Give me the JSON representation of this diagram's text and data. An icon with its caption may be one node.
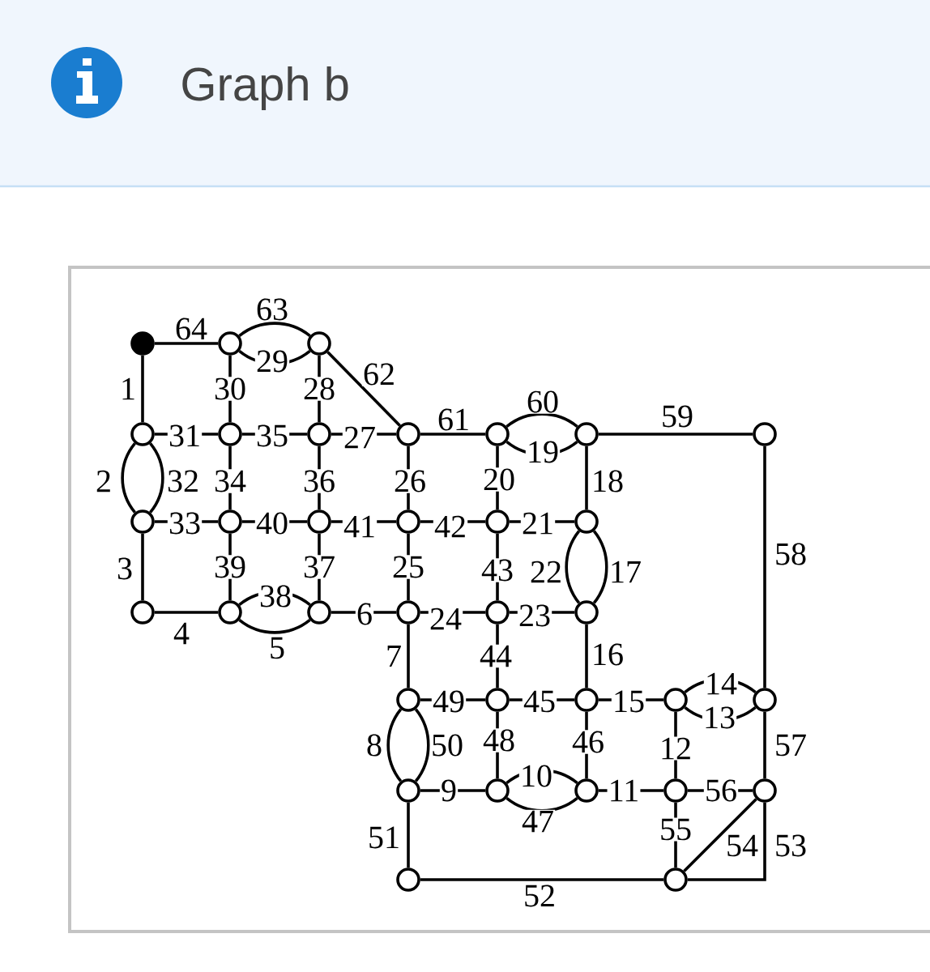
{
  "diagram": {
    "title": "Graph b",
    "nodes": [
      {
        "text": [],
        "shape": "dot"
      },
      {
        "text": [],
        "shape": "circle"
      },
      {
        "text": [],
        "shape": "circle"
      },
      {
        "text": [],
        "shape": "circle"
      },
      {
        "text": [],
        "shape": "circle"
      },
      {
        "text": [],
        "shape": "circle"
      },
      {
        "text": [],
        "shape": "circle"
      },
      {
        "text": [],
        "shape": "circle"
      },
      {
        "text": [],
        "shape": "circle"
      },
      {
        "text": [],
        "shape": "circle"
      },
      {
        "text": [],
        "shape": "circle"
      },
      {
        "text": [],
        "shape": "circle"
      },
      {
        "text": [],
        "shape": "circle"
      },
      {
        "text": [],
        "shape": "circle"
      },
      {
        "text": [],
        "shape": "circle"
      },
      {
        "text": [],
        "shape": "circle"
      },
      {
        "text": [],
        "shape": "circle"
      },
      {
        "text": [],
        "shape": "circle"
      },
      {
        "text": [],
        "shape": "circle"
      },
      {
        "text": [],
        "shape": "circle"
      },
      {
        "text": [],
        "shape": "circle"
      },
      {
        "text": [],
        "shape": "circle"
      },
      {
        "text": [],
        "shape": "circle"
      },
      {
        "text": [],
        "shape": "circle"
      },
      {
        "text": [],
        "shape": "circle"
      },
      {
        "text": [],
        "shape": "circle"
      },
      {
        "text": [],
        "shape": "circle"
      },
      {
        "text": [],
        "shape": "circle"
      },
      {
        "text": [],
        "shape": "circle"
      },
      {
        "text": [],
        "shape": "circle"
      },
      {
        "text": [],
        "shape": "circle"
      },
      {
        "text": [],
        "shape": "circle"
      },
      {
        "text": [],
        "shape": "circle"
      },
      {
        "text": [],
        "shape": "circle"
      }
    ],
    "edges": [
      {
        "from": 0,
        "to": 3,
        "arrow": "none",
        "label": "1"
      },
      {
        "from": 3,
        "to": 10,
        "arrow": "none",
        "label": "2"
      },
      {
        "from": 10,
        "to": 16,
        "arrow": "none",
        "label": "3"
      },
      {
        "from": 16,
        "to": 17,
        "arrow": "none",
        "label": "4"
      },
      {
        "from": 17,
        "to": 18,
        "arrow": "none",
        "label": "5"
      },
      {
        "from": 18,
        "to": 19,
        "arrow": "none",
        "label": "6"
      },
      {
        "from": 19,
        "to": 22,
        "arrow": "none",
        "label": "7"
      },
      {
        "from": 22,
        "to": 27,
        "arrow": "none",
        "label": "8"
      },
      {
        "from": 27,
        "to": 28,
        "arrow": "none",
        "label": "9"
      },
      {
        "from": 28,
        "to": 29,
        "arrow": "none",
        "label": "10"
      },
      {
        "from": 29,
        "to": 30,
        "arrow": "none",
        "label": "11"
      },
      {
        "from": 25,
        "to": 30,
        "arrow": "none",
        "label": "12"
      },
      {
        "from": 25,
        "to": 26,
        "arrow": "none",
        "label": "13"
      },
      {
        "from": 25,
        "to": 26,
        "arrow": "none",
        "label": "14"
      },
      {
        "from": 24,
        "to": 25,
        "arrow": "none",
        "label": "15"
      },
      {
        "from": 21,
        "to": 24,
        "arrow": "none",
        "label": "16"
      },
      {
        "from": 15,
        "to": 21,
        "arrow": "none",
        "label": "17"
      },
      {
        "from": 8,
        "to": 15,
        "arrow": "none",
        "label": "18"
      },
      {
        "from": 7,
        "to": 8,
        "arrow": "none",
        "label": "19"
      },
      {
        "from": 7,
        "to": 14,
        "arrow": "none",
        "label": "20"
      },
      {
        "from": 14,
        "to": 15,
        "arrow": "none",
        "label": "21"
      },
      {
        "from": 15,
        "to": 21,
        "arrow": "none",
        "label": "22"
      },
      {
        "from": 20,
        "to": 21,
        "arrow": "none",
        "label": "23"
      },
      {
        "from": 19,
        "to": 20,
        "arrow": "none",
        "label": "24"
      },
      {
        "from": 13,
        "to": 19,
        "arrow": "none",
        "label": "25"
      },
      {
        "from": 6,
        "to": 13,
        "arrow": "none",
        "label": "26"
      },
      {
        "from": 5,
        "to": 6,
        "arrow": "none",
        "label": "27"
      },
      {
        "from": 2,
        "to": 5,
        "arrow": "none",
        "label": "28"
      },
      {
        "from": 1,
        "to": 2,
        "arrow": "none",
        "label": "29"
      },
      {
        "from": 1,
        "to": 4,
        "arrow": "none",
        "label": "30"
      },
      {
        "from": 3,
        "to": 4,
        "arrow": "none",
        "label": "31"
      },
      {
        "from": 3,
        "to": 10,
        "arrow": "none",
        "label": "32"
      },
      {
        "from": 10,
        "to": 11,
        "arrow": "none",
        "label": "33"
      },
      {
        "from": 4,
        "to": 11,
        "arrow": "none",
        "label": "34"
      },
      {
        "from": 4,
        "to": 5,
        "arrow": "none",
        "label": "35"
      },
      {
        "from": 5,
        "to": 12,
        "arrow": "none",
        "label": "36"
      },
      {
        "from": 12,
        "to": 18,
        "arrow": "none",
        "label": "37"
      },
      {
        "from": 17,
        "to": 18,
        "arrow": "none",
        "label": "38"
      },
      {
        "from": 11,
        "to": 17,
        "arrow": "none",
        "label": "39"
      },
      {
        "from": 11,
        "to": 12,
        "arrow": "none",
        "label": "40"
      },
      {
        "from": 12,
        "to": 13,
        "arrow": "none",
        "label": "41"
      },
      {
        "from": 13,
        "to": 14,
        "arrow": "none",
        "label": "42"
      },
      {
        "from": 14,
        "to": 20,
        "arrow": "none",
        "label": "43"
      },
      {
        "from": 20,
        "to": 23,
        "arrow": "none",
        "label": "44"
      },
      {
        "from": 23,
        "to": 24,
        "arrow": "none",
        "label": "45"
      },
      {
        "from": 24,
        "to": 29,
        "arrow": "none",
        "label": "46"
      },
      {
        "from": 28,
        "to": 29,
        "arrow": "none",
        "label": "47"
      },
      {
        "from": 23,
        "to": 28,
        "arrow": "none",
        "label": "48"
      },
      {
        "from": 22,
        "to": 23,
        "arrow": "none",
        "label": "49"
      },
      {
        "from": 22,
        "to": 27,
        "arrow": "none",
        "label": "50"
      },
      {
        "from": 27,
        "to": 32,
        "arrow": "none",
        "label": "51"
      },
      {
        "from": 32,
        "to": 33,
        "arrow": "none",
        "label": "52"
      },
      {
        "from": 31,
        "to": 33,
        "arrow": "none",
        "label": "53"
      },
      {
        "from": 31,
        "to": 33,
        "arrow": "none",
        "label": "54"
      },
      {
        "from": 30,
        "to": 33,
        "arrow": "none",
        "label": "55"
      },
      {
        "from": 30,
        "to": 31,
        "arrow": "none",
        "label": "56"
      },
      {
        "from": 26,
        "to": 31,
        "arrow": "none",
        "label": "57"
      },
      {
        "from": 9,
        "to": 26,
        "arrow": "none",
        "label": "58"
      },
      {
        "from": 8,
        "to": 9,
        "arrow": "none",
        "label": "59"
      },
      {
        "from": 7,
        "to": 8,
        "arrow": "none",
        "label": "60"
      },
      {
        "from": 6,
        "to": 7,
        "arrow": "none",
        "label": "61"
      },
      {
        "from": 2,
        "to": 6,
        "arrow": "none",
        "label": "62"
      },
      {
        "from": 1,
        "to": 2,
        "arrow": "none",
        "label": "63"
      },
      {
        "from": 0,
        "to": 1,
        "arrow": "none",
        "label": "64"
      }
    ]
  }
}
